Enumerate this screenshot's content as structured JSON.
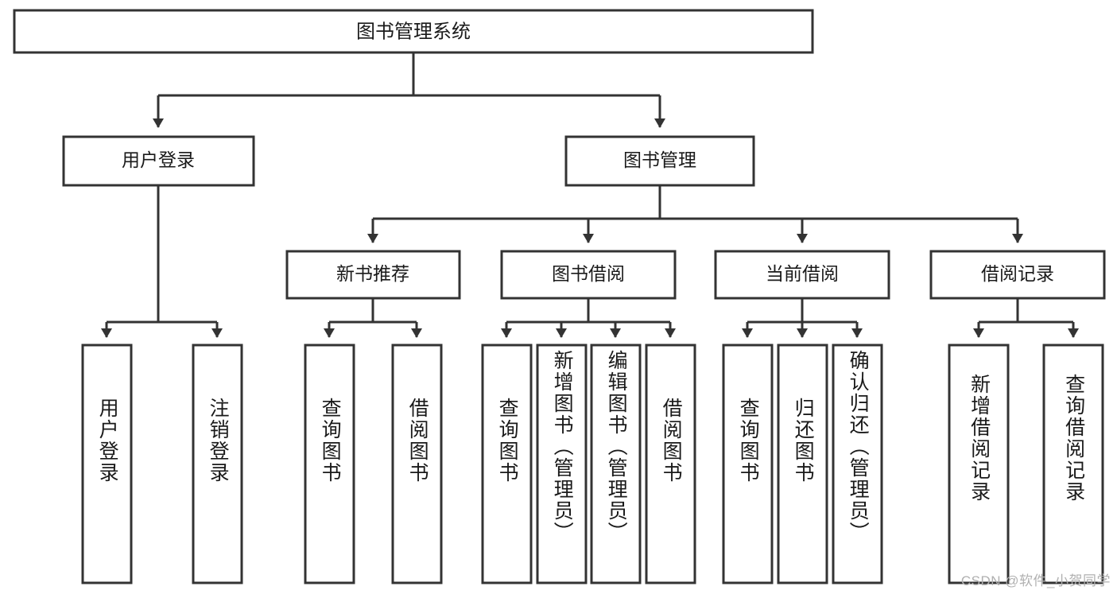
{
  "diagram": {
    "title": "图书管理系统",
    "type": "tree",
    "watermark": "CSDN @软件_小贺同学",
    "colors": {
      "stroke": "#333333",
      "fill": "#ffffff",
      "text": "#1a1a1a",
      "watermark": "#b0b0b0"
    },
    "root": {
      "label": "图书管理系统"
    },
    "level2": [
      {
        "label": "用户登录"
      },
      {
        "label": "图书管理"
      }
    ],
    "level3": [
      {
        "label": "新书推荐"
      },
      {
        "label": "图书借阅"
      },
      {
        "label": "当前借阅"
      },
      {
        "label": "借阅记录"
      }
    ],
    "leaves": {
      "user_login": [
        {
          "label": "用户登录"
        },
        {
          "label": "注销登录"
        }
      ],
      "new_book": [
        {
          "label": "查询图书"
        },
        {
          "label": "借阅图书"
        }
      ],
      "book_borrow": [
        {
          "label": "查询图书"
        },
        {
          "label": "新增图书（管理员）"
        },
        {
          "label": "编辑图书（管理员）"
        },
        {
          "label": "借阅图书"
        }
      ],
      "current_borrow": [
        {
          "label": "查询图书"
        },
        {
          "label": "归还图书"
        },
        {
          "label": "确认归还（管理员）"
        }
      ],
      "borrow_record": [
        {
          "label": "新增借阅记录"
        },
        {
          "label": "查询借阅记录"
        }
      ]
    }
  }
}
